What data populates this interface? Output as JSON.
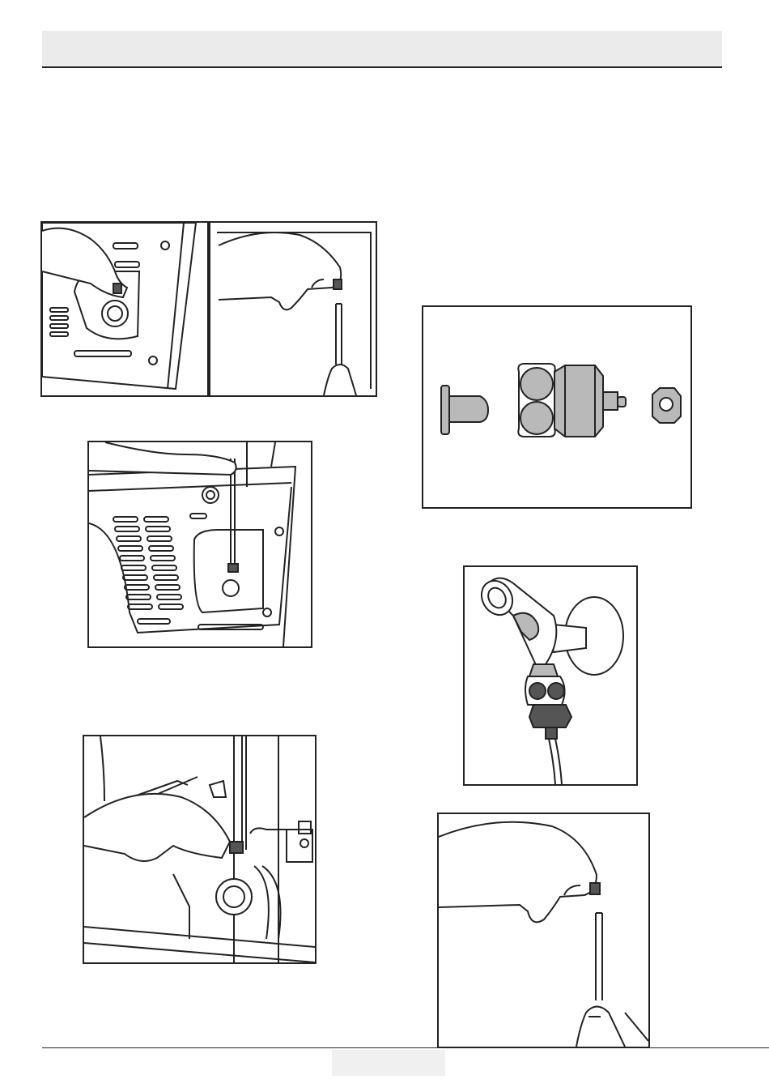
{
  "page": {
    "header_title": "",
    "page_number": ""
  },
  "figures": [
    {
      "id": "fig-a",
      "description": ""
    },
    {
      "id": "fig-b",
      "description": ""
    },
    {
      "id": "fig-c",
      "description": ""
    },
    {
      "id": "fig-d",
      "description": ""
    },
    {
      "id": "fig-e",
      "description": ""
    },
    {
      "id": "fig-f",
      "description": ""
    },
    {
      "id": "fig-g",
      "description": ""
    }
  ],
  "colors": {
    "stroke": "#222222",
    "header_bg": "#ebebeb",
    "part_fill": "#b9b9b9",
    "dark_fill": "#555555"
  }
}
